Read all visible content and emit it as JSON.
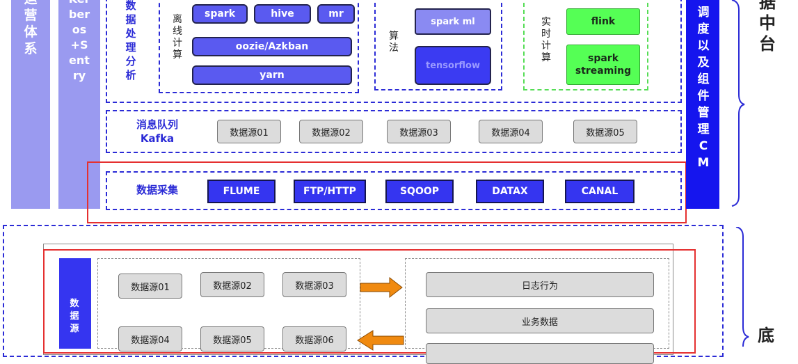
{
  "left_columns": {
    "col1": "运营体系",
    "col2": "Kerberos+Sentry"
  },
  "processing": {
    "main_label": "数据处理分析",
    "offline": {
      "label": "离线计算",
      "items": [
        "spark",
        "hive",
        "mr",
        "oozie/Azkban",
        "yarn"
      ]
    },
    "algorithm": {
      "label": "算法",
      "items": [
        "spark ml",
        "tensorflow"
      ]
    },
    "realtime": {
      "label": "实时计算",
      "items": [
        "flink",
        "spark streaming"
      ]
    }
  },
  "mq": {
    "label_line1": "消息队列",
    "label_line2": "Kafka",
    "items": [
      "数据源01",
      "数据源02",
      "数据源03",
      "数据源04",
      "数据源05"
    ]
  },
  "collect": {
    "label": "数据采集",
    "items": [
      "FLUME",
      "FTP/HTTP",
      "SQOOP",
      "DATAX",
      "CANAL"
    ]
  },
  "scheduler": {
    "label": "调度以及组件管理CM"
  },
  "right_labels": {
    "top": "据中台",
    "bottom": "底"
  },
  "bottom": {
    "source_label": "数据源",
    "sources": [
      "数据源01",
      "数据源02",
      "数据源03",
      "数据源04",
      "数据源05",
      "数据源06"
    ],
    "categories": [
      "日志行为",
      "业务数据"
    ]
  },
  "colors": {
    "accent": "#2b2bd6",
    "scheduler_bg": "#1515ee",
    "highlight": "#e53030",
    "arrow": "#f08a10",
    "realtime_green": "#55ff55"
  }
}
